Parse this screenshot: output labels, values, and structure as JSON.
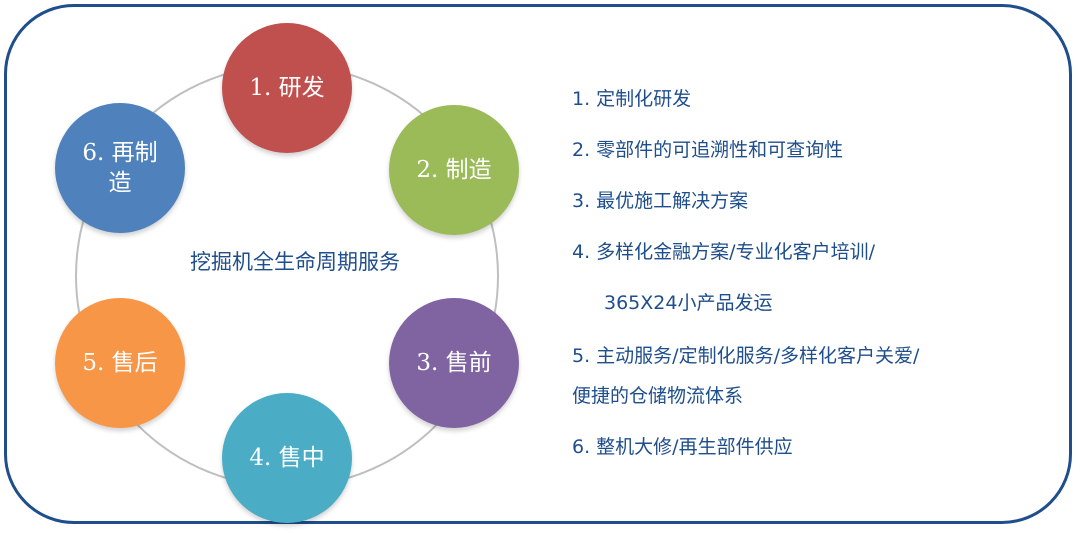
{
  "diagram": {
    "center_label": "挖掘机全生命周期服务",
    "nodes": [
      {
        "label": "1. 研发",
        "color": "#c0504d"
      },
      {
        "label": "2. 制造",
        "color": "#9bbb59"
      },
      {
        "label": "3. 售前",
        "color": "#8064a2"
      },
      {
        "label": "4. 售中",
        "color": "#4bacc6"
      },
      {
        "label": "5. 售后",
        "color": "#f79646"
      },
      {
        "label": "6. 再制造",
        "color": "#4f81bd"
      }
    ]
  },
  "list": {
    "items": [
      "1.  定制化研发",
      "2.  零部件的可追溯性和可查询性",
      "3.  最优施工解决方案",
      "4.  多样化金融方案/专业化客户培训/",
      "365X24小产品发运",
      "5.    主动服务/定制化服务/多样化客户关爱/",
      "便捷的仓储物流体系",
      "6.   整机大修/再生部件供应"
    ]
  },
  "colors": {
    "frame": "#1f4e8c",
    "text": "#1f4e8c",
    "ring": "#bfbfbf"
  }
}
